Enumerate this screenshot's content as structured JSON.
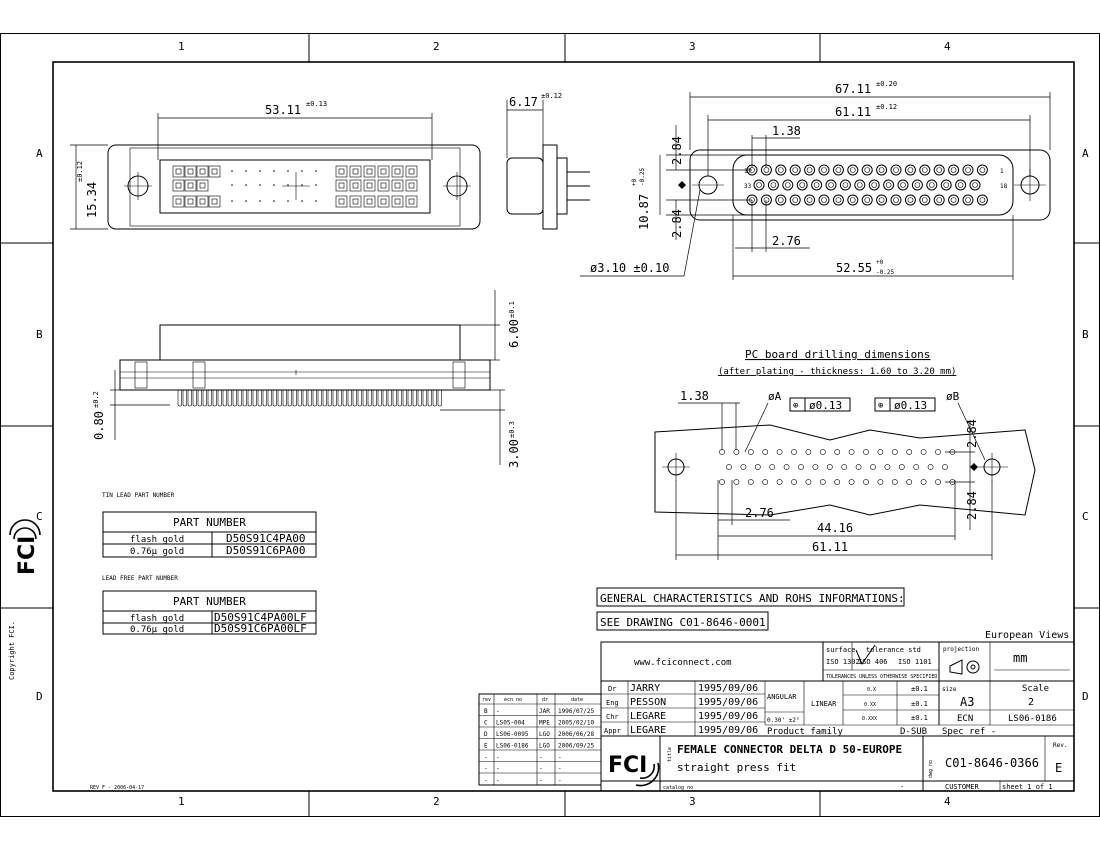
{
  "frame": {
    "cols": [
      "1",
      "2",
      "3",
      "4"
    ],
    "rows": [
      "A",
      "B",
      "C",
      "D"
    ],
    "rev_note": "REV F - 2006-04-17",
    "copyright": "Copyright FCI."
  },
  "front_view": {
    "width_dim": "53.11",
    "width_tol": "±0.13",
    "height_dim": "15.34",
    "height_tol": "±0.12"
  },
  "side_view": {
    "depth_dim": "6.17",
    "depth_tol": "±0.12"
  },
  "top_right_view": {
    "overall_dim": "67.11",
    "overall_tol": "±0.20",
    "mount_dim": "61.11",
    "mount_tol": "±0.12",
    "pitch": "1.38",
    "row_offset": "2.84",
    "row_offset_bottom": "2.84",
    "height_dim": "10.87",
    "height_tol_up": "+0",
    "height_tol_dn": "-0.25",
    "pitch2": "2.76",
    "hole_dia": "ø3.10 ±0.10",
    "pin_span": "52.55",
    "pin_span_tol_up": "+0",
    "pin_span_tol_dn": "-0.25",
    "pin1_label": "1",
    "pin18_label": "18",
    "pin33_label": "33",
    "pin17_label": "17"
  },
  "profile_view": {
    "height_dim": "6.00",
    "height_tol": "±0.1",
    "flange_dim": "0.80",
    "flange_tol": "±0.2",
    "tail_dim": "3.00",
    "tail_tol": "±0.3"
  },
  "pcb": {
    "title": "PC board drilling dimensions",
    "subtitle": "(after plating - thickness: 1.60 to 3.20 mm)",
    "pitch": "1.38",
    "dia_a": "øA",
    "dia_b": "øB",
    "tol_a": "ø0.13",
    "tol_b": "ø0.13",
    "row_offset_top": "2.84",
    "row_offset_bottom": "2.84",
    "pitch2": "2.76",
    "pin_span": "44.16",
    "hole_span": "61.11"
  },
  "tin_lead": {
    "heading": "TIN LEAD PART NUMBER",
    "table_title": "PART NUMBER",
    "rows": [
      {
        "finish": "flash gold",
        "pn": "D50S91C4PA00"
      },
      {
        "finish": "0.76µ gold",
        "pn": "D50S91C6PA00"
      }
    ]
  },
  "lead_free": {
    "heading": "LEAD FREE PART NUMBER",
    "table_title": "PART NUMBER",
    "rows": [
      {
        "finish": "flash gold",
        "pn": "D50S91C4PA00LF"
      },
      {
        "finish": "0.76µ gold",
        "pn": "D50S91C6PA00LF"
      }
    ]
  },
  "general": {
    "line1": "GENERAL CHARACTERISTICS AND ROHS INFORMATIONS:",
    "line2": "SEE DRAWING C01-8646-0001"
  },
  "title_block": {
    "views": "European Views",
    "website": "www.fciconnect.com",
    "surface_label": "surface",
    "surface_std": "ISO 1302",
    "tol_std_label": "tolerance std",
    "tol_std1": "ISO 406",
    "tol_std2": "ISO 1101",
    "tol_note": "TOLERANCES UNLESS OTHERWISE SPECIFIED",
    "projection_label": "projection",
    "units": "mm",
    "angular": "ANGULAR",
    "linear": "LINEAR",
    "ang_tol": "0.30' ±2°",
    "lin_rows": [
      {
        "fmt": "0.X",
        "tol": "±0.1"
      },
      {
        "fmt": "0.XX",
        "tol": "±0.1"
      },
      {
        "fmt": "0.XXX",
        "tol": "±0.1"
      }
    ],
    "size_label": "size",
    "size": "A3",
    "scale_label": "Scale",
    "scale": "2",
    "ecn_label": "ECN",
    "ecn": "LS06-0186",
    "spec_ref": "Spec ref  -",
    "people": [
      {
        "role": "Dr",
        "name": "JARRY",
        "date": "1995/09/06"
      },
      {
        "role": "Eng",
        "name": "PESSON",
        "date": "1995/09/06"
      },
      {
        "role": "Chr",
        "name": "LEGARE",
        "date": "1995/09/06"
      },
      {
        "role": "Appr",
        "name": "LEGARE",
        "date": "1995/09/06"
      }
    ],
    "product_family_label": "Product family",
    "product_family": "D-SUB",
    "title_label": "title",
    "title1": "FEMALE CONNECTOR DELTA D 50-EUROPE",
    "title2": "straight press fit",
    "catalog_label": "catalog no",
    "catalog_no": "-",
    "dwg_label": "dwg no",
    "dwg_no": "C01-8646-0366",
    "rev_label": "Rev.",
    "rev": "E",
    "customer": "CUSTOMER",
    "sheet": "sheet 1 of 1",
    "logo": "FCI"
  },
  "revisions": {
    "headers": [
      "rev",
      "ecn no",
      "dr",
      "date"
    ],
    "rows": [
      [
        "B",
        "-",
        "JAR",
        "1996/07/25"
      ],
      [
        "C",
        "LS05-004",
        "MPE",
        "2005/02/10"
      ],
      [
        "D",
        "LS06-0095",
        "LGO",
        "2006/06/28"
      ],
      [
        "E",
        "LS06-0186",
        "LGO",
        "2006/09/25"
      ],
      [
        "-",
        "-",
        "-",
        "-"
      ],
      [
        "-",
        "-",
        "-",
        "-"
      ],
      [
        "-",
        "-",
        "-",
        "-"
      ]
    ]
  }
}
